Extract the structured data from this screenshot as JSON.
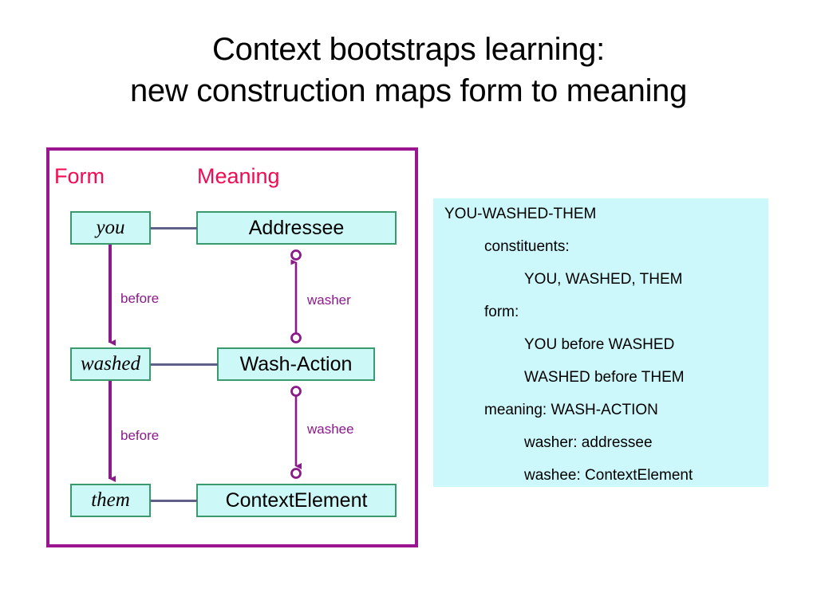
{
  "title": {
    "line1": "Context bootstraps learning:",
    "line2": "new construction maps form to meaning"
  },
  "diagram": {
    "headers": {
      "form": "Form",
      "meaning": "Meaning"
    },
    "form_nodes": [
      {
        "id": "you",
        "label": "you"
      },
      {
        "id": "washed",
        "label": "washed"
      },
      {
        "id": "them",
        "label": "them"
      }
    ],
    "meaning_nodes": [
      {
        "id": "addressee",
        "label": "Addressee"
      },
      {
        "id": "wash-action",
        "label": "Wash-Action"
      },
      {
        "id": "context",
        "label": "ContextElement"
      }
    ],
    "form_edges": [
      {
        "id": "you-before-washed",
        "label": "before",
        "direction": "down"
      },
      {
        "id": "washed-before-them",
        "label": "before",
        "direction": "down"
      }
    ],
    "meaning_edges": [
      {
        "id": "washer",
        "label": "washer",
        "direction": "up"
      },
      {
        "id": "washee",
        "label": "washee",
        "direction": "down"
      }
    ],
    "colors": {
      "frame": "#9b1590",
      "header_text": "#f20a52",
      "node_border": "#3a9a6e",
      "node_fill": "#ccf8f7",
      "link": "#5f5f87",
      "arrow": "#8b1a8b"
    }
  },
  "info_panel": {
    "background": "#ccf8fb",
    "lines": [
      {
        "indent": 0,
        "text": "YOU-WASHED-THEM"
      },
      {
        "indent": 1,
        "text": "constituents:"
      },
      {
        "indent": 2,
        "text": "YOU, WASHED, THEM"
      },
      {
        "indent": 1,
        "text": "form:"
      },
      {
        "indent": 2,
        "text": "YOU before WASHED"
      },
      {
        "indent": 2,
        "text": "WASHED before THEM"
      },
      {
        "indent": 1,
        "text": "meaning: WASH-ACTION"
      },
      {
        "indent": 2,
        "text": "washer: addressee"
      },
      {
        "indent": 2,
        "text": "washee: ContextElement"
      }
    ]
  }
}
